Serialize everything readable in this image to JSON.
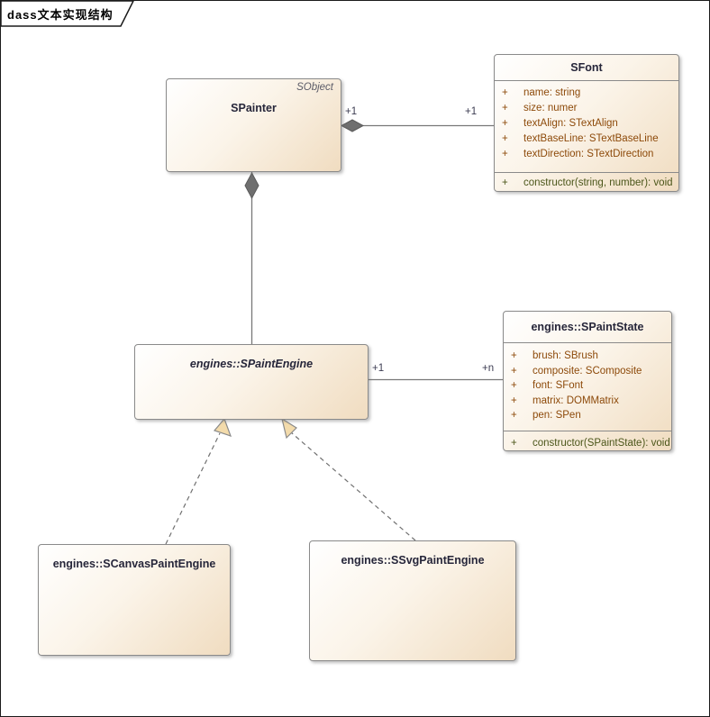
{
  "frame": {
    "tab_title": "dass文本实现结构"
  },
  "classes": {
    "spainter": {
      "stereotype": "SObject",
      "name": "SPainter"
    },
    "sfont": {
      "name": "SFont",
      "attributes": [
        {
          "vis": "+",
          "text": "name: string"
        },
        {
          "vis": "+",
          "text": "size: numer"
        },
        {
          "vis": "+",
          "text": "textAlign: STextAlign"
        },
        {
          "vis": "+",
          "text": "textBaseLine: STextBaseLine"
        },
        {
          "vis": "+",
          "text": "textDirection: STextDirection"
        }
      ],
      "operations": [
        {
          "vis": "+",
          "text": "constructor(string, number): void"
        }
      ]
    },
    "spaintengine": {
      "name": "engines::SPaintEngine"
    },
    "spaintstate": {
      "name": "engines::SPaintState",
      "attributes": [
        {
          "vis": "+",
          "text": "brush: SBrush"
        },
        {
          "vis": "+",
          "text": "composite: SComposite"
        },
        {
          "vis": "+",
          "text": "font: SFont"
        },
        {
          "vis": "+",
          "text": "matrix: DOMMatrix"
        },
        {
          "vis": "+",
          "text": "pen: SPen"
        }
      ],
      "operations": [
        {
          "vis": "+",
          "text": "constructor(SPaintState): void"
        }
      ]
    },
    "scanvaspaintengine": {
      "name": "engines::SCanvasPaintEngine"
    },
    "ssvgpaintengine": {
      "name": "engines::SSvgPaintEngine"
    }
  },
  "connectors": {
    "painter_font": {
      "source_mult": "+1",
      "target_mult": "+1"
    },
    "painter_engine": {},
    "engine_state": {
      "source_mult": "+1",
      "target_mult": "+n"
    }
  },
  "colors": {
    "attribute_text": "#8d4a0a",
    "operation_text": "#4b561a",
    "title_text": "#26263a",
    "stereotype_text": "#5c5c68",
    "box_border": "#8a8a8a",
    "box_fill_start": "#ffffff",
    "box_fill_end": "#f0dcc0",
    "connector_line": "#787878",
    "diamond_fill": "#6f6f6f",
    "generalization_arrow_fill": "#f3dbab",
    "multiplicity_text": "#3c3c52",
    "frame_border": "#1b1b1b"
  }
}
